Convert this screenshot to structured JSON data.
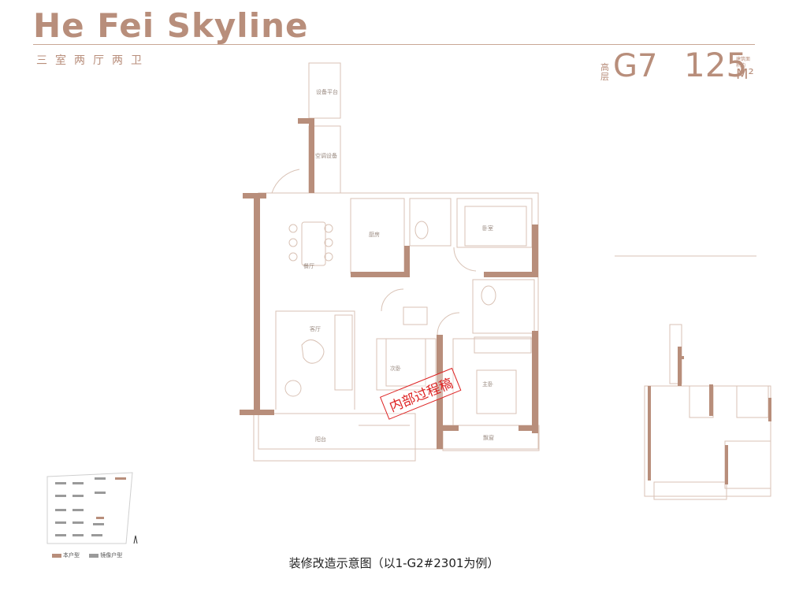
{
  "header": {
    "brand_title": "He Fei Skyline",
    "subtitle": "三室两厅两卫",
    "floor_tag": "高层",
    "unit_code": "G7",
    "area_value": "125",
    "area_note": "建筑面积约",
    "area_unit": "M²"
  },
  "plan": {
    "rooms": {
      "equipment_platform": "设备平台",
      "equipment_room": "空调设备",
      "dining": "餐厅",
      "kitchen": "厨房",
      "living": "客厅",
      "bedroom_main": "主卧",
      "bedroom_second": "次卧",
      "bedroom_third": "卧室",
      "balcony": "阳台",
      "bay": "飘窗"
    },
    "stamp_text": "内部过程稿"
  },
  "caption": "装修改造示意图（以1-G2#2301为例）",
  "legend": {
    "own_unit": "本户型",
    "mirror_unit": "镜像户型",
    "own_color": "#b88e7b",
    "mirror_color": "#9a9a9a"
  },
  "colors": {
    "brand": "#b88e7b",
    "wall": "#b88e7b",
    "thin_line": "#d9c2b5",
    "stamp": "#dd2222"
  }
}
